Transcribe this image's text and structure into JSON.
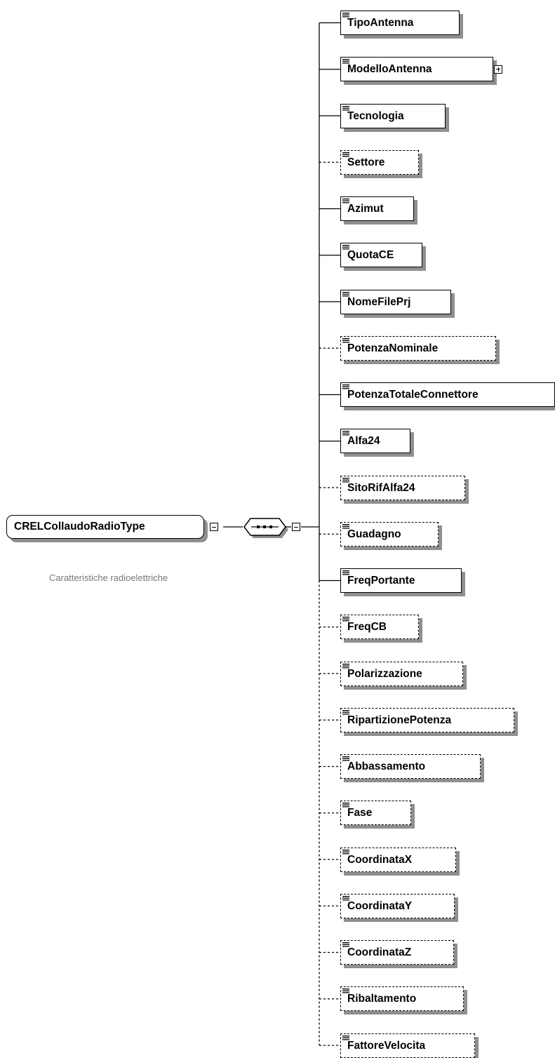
{
  "root": {
    "name": "CRELCollaudoRadioType",
    "description": "Caratteristiche radioelettriche"
  },
  "elements": [
    {
      "label": "TipoAntenna",
      "optional": false,
      "expandable": false
    },
    {
      "label": "ModelloAntenna",
      "optional": false,
      "expandable": true
    },
    {
      "label": "Tecnologia",
      "optional": false,
      "expandable": false
    },
    {
      "label": "Settore",
      "optional": true,
      "expandable": false
    },
    {
      "label": "Azimut",
      "optional": false,
      "expandable": false
    },
    {
      "label": "QuotaCE",
      "optional": false,
      "expandable": false
    },
    {
      "label": "NomeFilePrj",
      "optional": false,
      "expandable": false
    },
    {
      "label": "PotenzaNominale",
      "optional": true,
      "expandable": false
    },
    {
      "label": "PotenzaTotaleConnettore",
      "optional": false,
      "expandable": false
    },
    {
      "label": "Alfa24",
      "optional": false,
      "expandable": false
    },
    {
      "label": "SitoRifAlfa24",
      "optional": true,
      "expandable": false
    },
    {
      "label": "Guadagno",
      "optional": true,
      "expandable": false
    },
    {
      "label": "FreqPortante",
      "optional": false,
      "expandable": false
    },
    {
      "label": "FreqCB",
      "optional": true,
      "expandable": false
    },
    {
      "label": "Polarizzazione",
      "optional": true,
      "expandable": false
    },
    {
      "label": "RipartizionePotenza",
      "optional": true,
      "expandable": false
    },
    {
      "label": "Abbassamento",
      "optional": true,
      "expandable": false
    },
    {
      "label": "Fase",
      "optional": true,
      "expandable": false
    },
    {
      "label": "CoordinataX",
      "optional": true,
      "expandable": false
    },
    {
      "label": "CoordinataY",
      "optional": true,
      "expandable": false
    },
    {
      "label": "CoordinataZ",
      "optional": true,
      "expandable": false
    },
    {
      "label": "Ribaltamento",
      "optional": true,
      "expandable": false
    },
    {
      "label": "FattoreVelocita",
      "optional": true,
      "expandable": false
    }
  ]
}
